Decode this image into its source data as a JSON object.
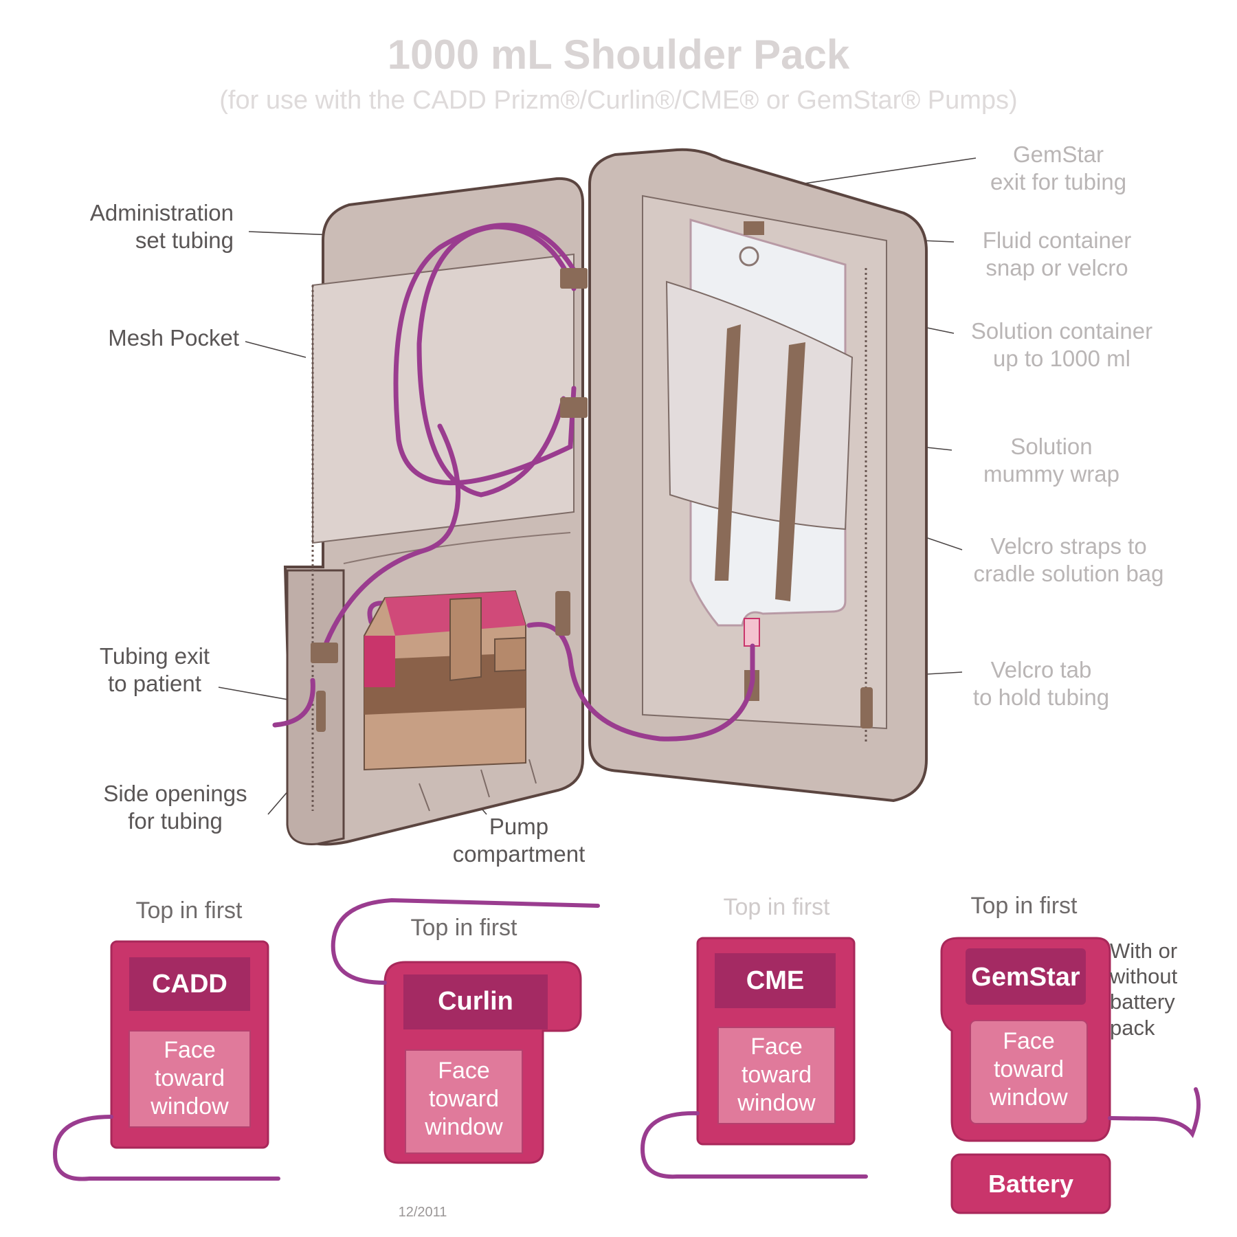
{
  "diagram": {
    "title": "1000 mL Shoulder Pack",
    "subtitle": "(for use with the CADD Prizm®/Curlin®/CME® or GemStar® Pumps)",
    "labels": {
      "admin_set": [
        "Administration",
        "set tubing"
      ],
      "mesh_pocket": "Mesh Pocket",
      "tubing_exit": [
        "Tubing exit",
        "to patient"
      ],
      "side_openings": [
        "Side openings",
        "for tubing"
      ],
      "pump_compartment": [
        "Pump",
        "compartment"
      ],
      "gemstar_exit": [
        "GemStar",
        "exit for tubing"
      ],
      "fluid_snap": [
        "Fluid container",
        "snap or velcro"
      ],
      "solution_container": [
        "Solution container",
        "up to 1000 ml"
      ],
      "mummy_wrap": [
        "Solution",
        "mummy wrap"
      ],
      "velcro_straps": [
        "Velcro straps to",
        "cradle solution bag"
      ],
      "velcro_tab": [
        "Velcro tab",
        "to hold tubing"
      ]
    },
    "pumps": [
      {
        "caption": "Top in first",
        "name": "CADD",
        "face": [
          "Face",
          "toward",
          "window"
        ]
      },
      {
        "caption": "Top in first",
        "name": "Curlin",
        "face": [
          "Face",
          "toward",
          "window"
        ]
      },
      {
        "caption": "Top in first",
        "name": "CME",
        "face": [
          "Face",
          "toward",
          "window"
        ]
      },
      {
        "caption": "Top in first",
        "name": "GemStar",
        "face": [
          "Face",
          "toward",
          "window"
        ]
      }
    ],
    "battery_note": [
      "With or",
      "without",
      "battery",
      "pack"
    ],
    "battery_label": "Battery",
    "date": "12/2011",
    "colors": {
      "case_fill": "#cbbcb6",
      "case_stroke": "#5b4540",
      "tubing": "#9a3c8f",
      "pump_pink": "#c9356b",
      "pump_screen": "#a42a63",
      "strap_brown": "#8a6b58"
    }
  }
}
